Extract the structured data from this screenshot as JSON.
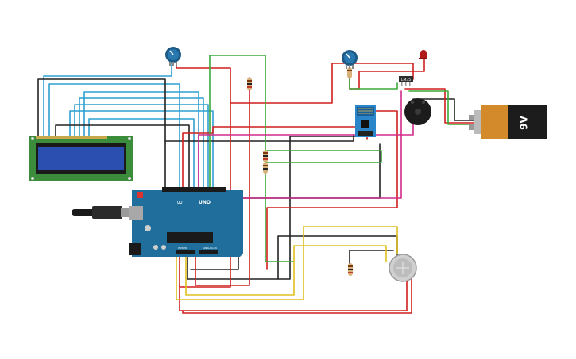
{
  "colors": {
    "background": "#ffffff",
    "wire_red": "#d11f1f",
    "wire_black": "#222222",
    "wire_blue": "#2f9fd0",
    "wire_green": "#3aaa3a",
    "wire_yellow": "#e0c020",
    "wire_magenta": "#d02a8a",
    "arduino_blue": "#1f6e9c",
    "lcd_green": "#3b8c3b",
    "lcd_screen": "#2b4fb0",
    "battery_orange": "#d38a2a"
  },
  "components": {
    "arduino": {
      "brand": "UNO",
      "logo": "∞",
      "power_label": "POWER",
      "analog_label": "ANALOG IN"
    },
    "battery": {
      "label": "9V"
    },
    "lcd": {
      "type": "16x2 LCD"
    },
    "sensor": {
      "label": "LM35"
    }
  },
  "icons": [
    "potentiometer-icon",
    "buzzer-icon",
    "led-icon",
    "resistor-icon",
    "gas-sensor-icon",
    "usb-cable-icon"
  ]
}
